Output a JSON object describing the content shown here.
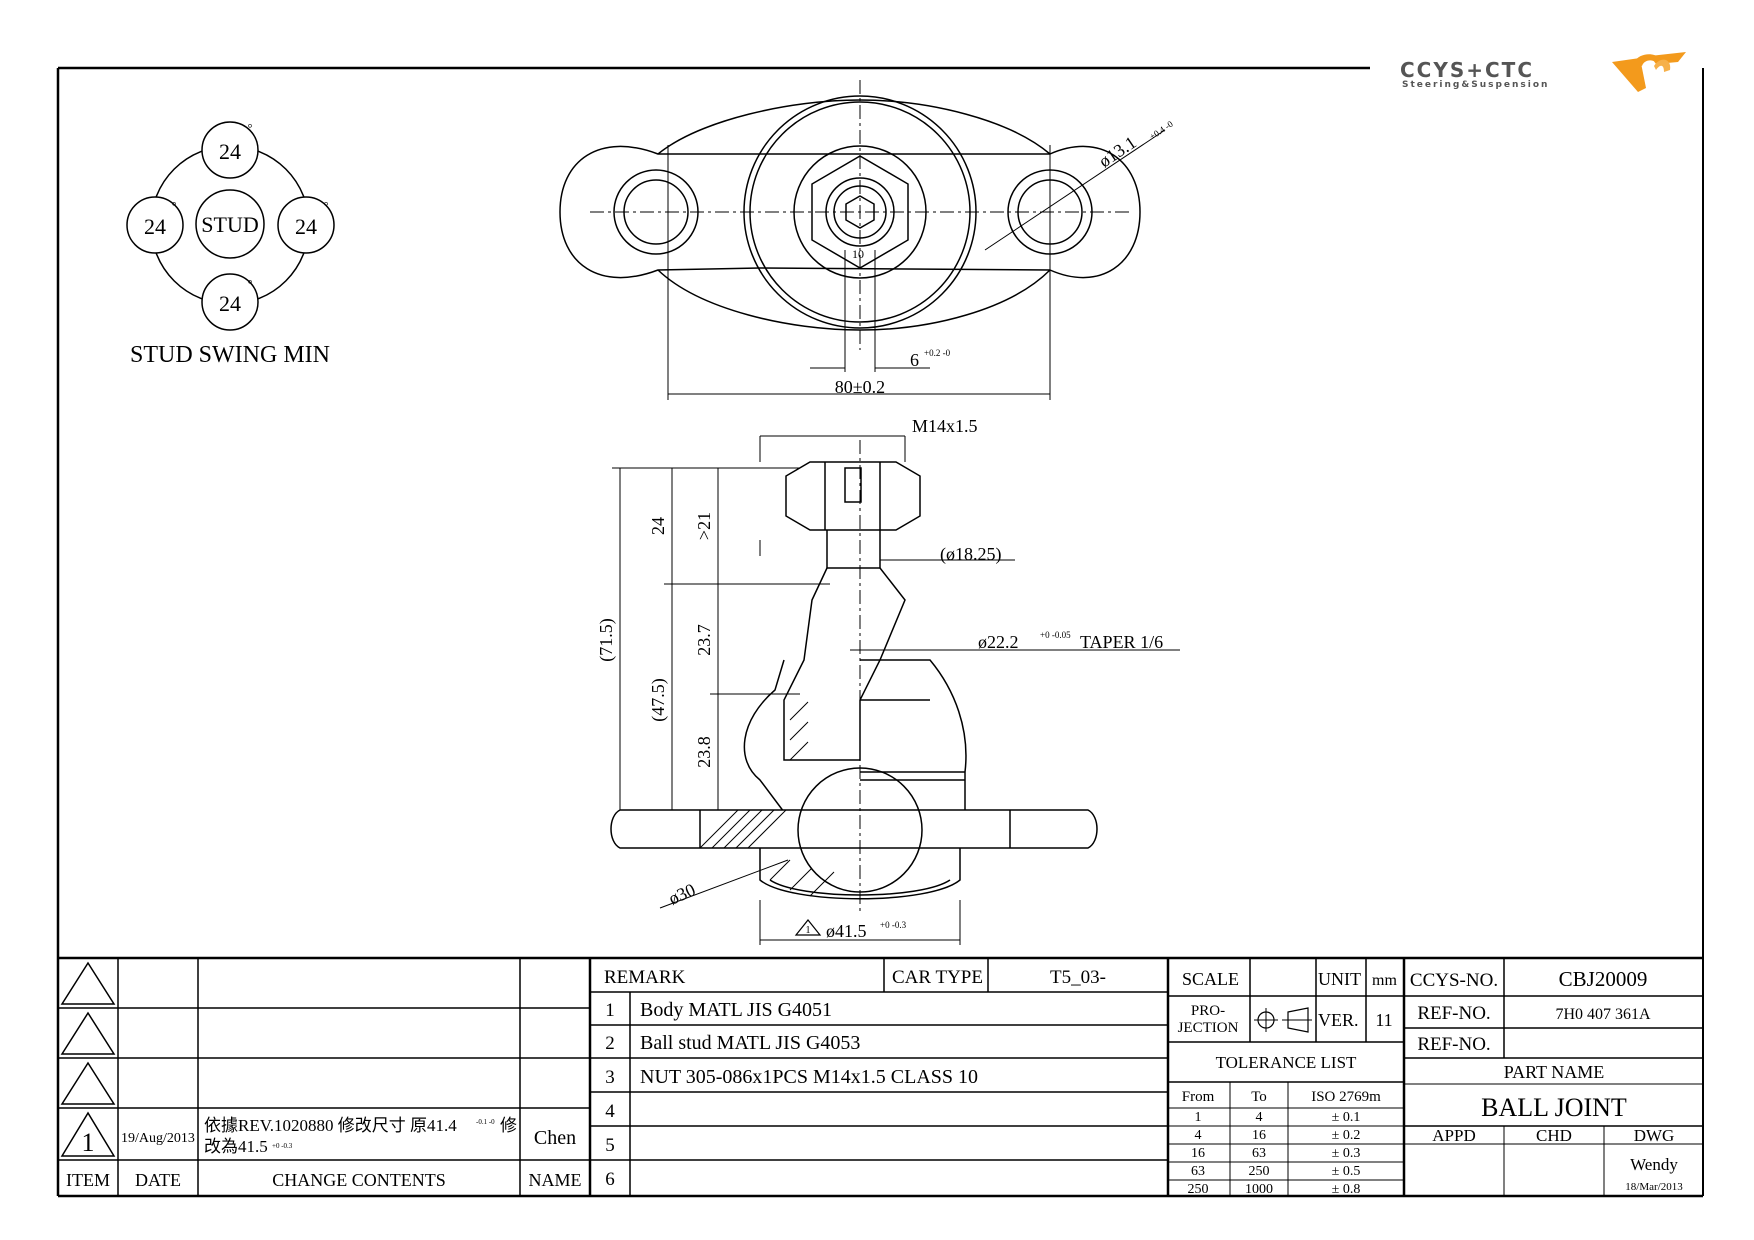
{
  "logo": {
    "brand": "CCYS+CTC",
    "tagline": "Steering&Suspension"
  },
  "stud_swing": {
    "labels": [
      "24",
      "24",
      "24",
      "24"
    ],
    "degree": "°",
    "center": "STUD",
    "caption": "STUD SWING MIN"
  },
  "dimensions": {
    "hole_dia": "ø13.1",
    "hole_tol": "+0.4 -0",
    "width": "80±0.2",
    "slot": "6",
    "slot_tol": "+0.2 -0",
    "hex_small": "10",
    "thread": "M14x1.5",
    "d1825": "(ø18.25)",
    "taper_dia": "ø22.2",
    "taper_tol": "+0 -0.05",
    "taper": "TAPER 1/6",
    "h715": "(71.5)",
    "h475": "(47.5)",
    "h24": "24",
    "h21": ">21",
    "h237": "23.7",
    "h238": "23.8",
    "d30": "ø30",
    "d415": "ø41.5",
    "d415_tol": "+0 -0.3",
    "rev_mark": "1"
  },
  "revisions": {
    "rows": [
      {
        "item": "",
        "date": "",
        "content": "",
        "name": ""
      },
      {
        "item": "",
        "date": "",
        "content": "",
        "name": ""
      },
      {
        "item": "",
        "date": "",
        "content": "",
        "name": ""
      },
      {
        "item": "1",
        "date": "19/Aug/2013",
        "content_line1": "依據REV.1020880  修改尺寸  原41.4",
        "content_tol1": "-0.1 -0",
        "content_line1b": "修",
        "content_line2": "改為41.5",
        "content_tol2": "+0 -0.3",
        "name": "Chen"
      }
    ],
    "headers": {
      "item": "ITEM",
      "date": "DATE",
      "content": "CHANGE CONTENTS",
      "name": "NAME"
    }
  },
  "remarks": {
    "header": "REMARK",
    "car_type_label": "CAR TYPE",
    "car_type_value": "T5_03-",
    "items": [
      {
        "no": "1",
        "text": "Body MATL JIS G4051"
      },
      {
        "no": "2",
        "text": "Ball stud MATL JIS G4053"
      },
      {
        "no": "3",
        "text": "NUT 305-086x1PCS M14x1.5 CLASS 10"
      },
      {
        "no": "4",
        "text": ""
      },
      {
        "no": "5",
        "text": ""
      },
      {
        "no": "6",
        "text": ""
      }
    ]
  },
  "title_block": {
    "scale_label": "SCALE",
    "unit_label": "UNIT",
    "unit_value": "mm",
    "projection_label": "PRO- JECTION",
    "projection_l1": "PRO-",
    "projection_l2": "JECTION",
    "ver_label": "VER.",
    "ver_value": "11",
    "tolerance_title": "TOLERANCE LIST",
    "tolerance_headers": [
      "From",
      "To",
      "ISO 2769m"
    ],
    "tolerance_rows": [
      [
        "1",
        "4",
        "± 0.1"
      ],
      [
        "4",
        "16",
        "± 0.2"
      ],
      [
        "16",
        "63",
        "± 0.3"
      ],
      [
        "63",
        "250",
        "± 0.5"
      ],
      [
        "250",
        "1000",
        "± 0.8"
      ]
    ],
    "ccys_no_label": "CCYS-NO.",
    "ccys_no": "CBJ20009",
    "ref_no_label": "REF-NO.",
    "ref_no": "7H0 407 361A",
    "ref_no2_label": "REF-NO.",
    "ref_no2": "",
    "part_name_label": "PART NAME",
    "part_name": "BALL JOINT",
    "appd_label": "APPD",
    "chd_label": "CHD",
    "dwg_label": "DWG",
    "drawn_by": "Wendy",
    "drawn_date": "18/Mar/2013"
  }
}
